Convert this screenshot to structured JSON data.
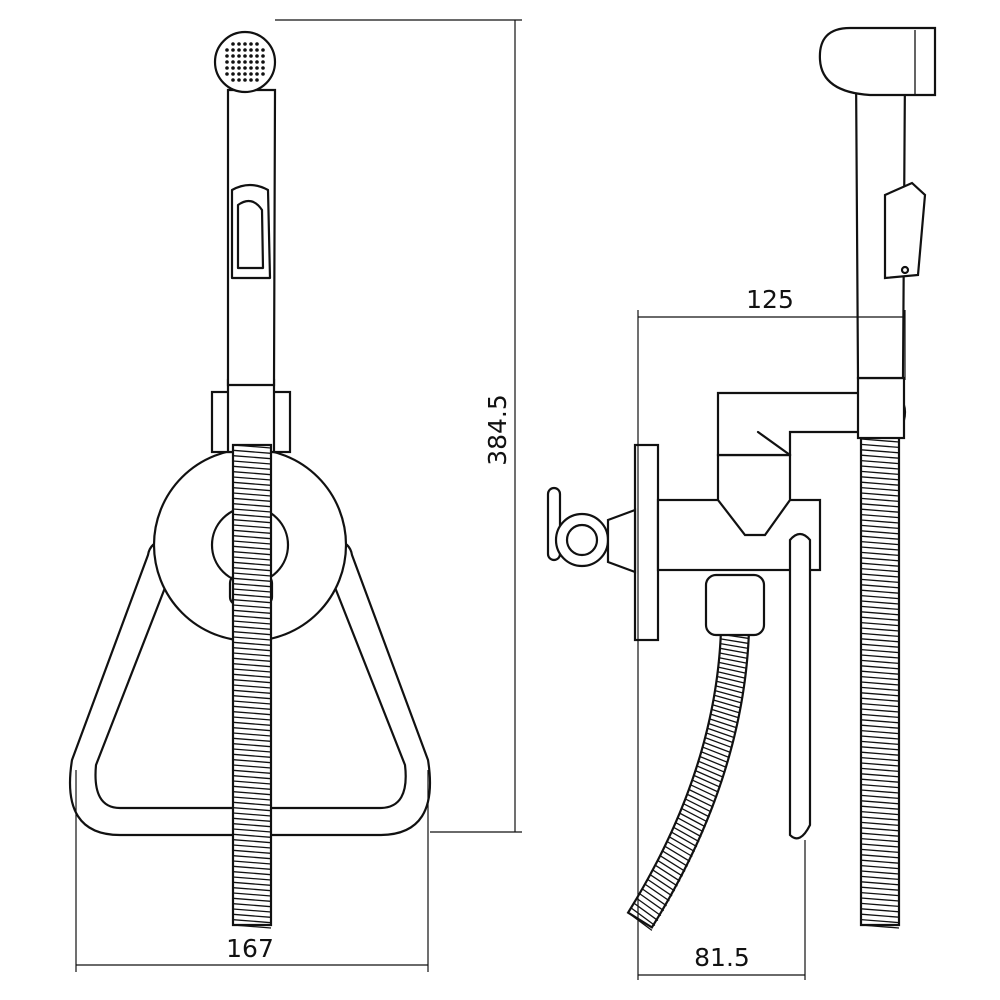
{
  "title": "Hygienic shower mixer set technical drawing",
  "dimensions": {
    "front_width": "167",
    "front_height": "384.5",
    "side_reach": "125",
    "side_depth": "81.5"
  },
  "views": [
    "front-view",
    "side-view"
  ],
  "colors": {
    "line": "#111111",
    "background": "#ffffff"
  }
}
